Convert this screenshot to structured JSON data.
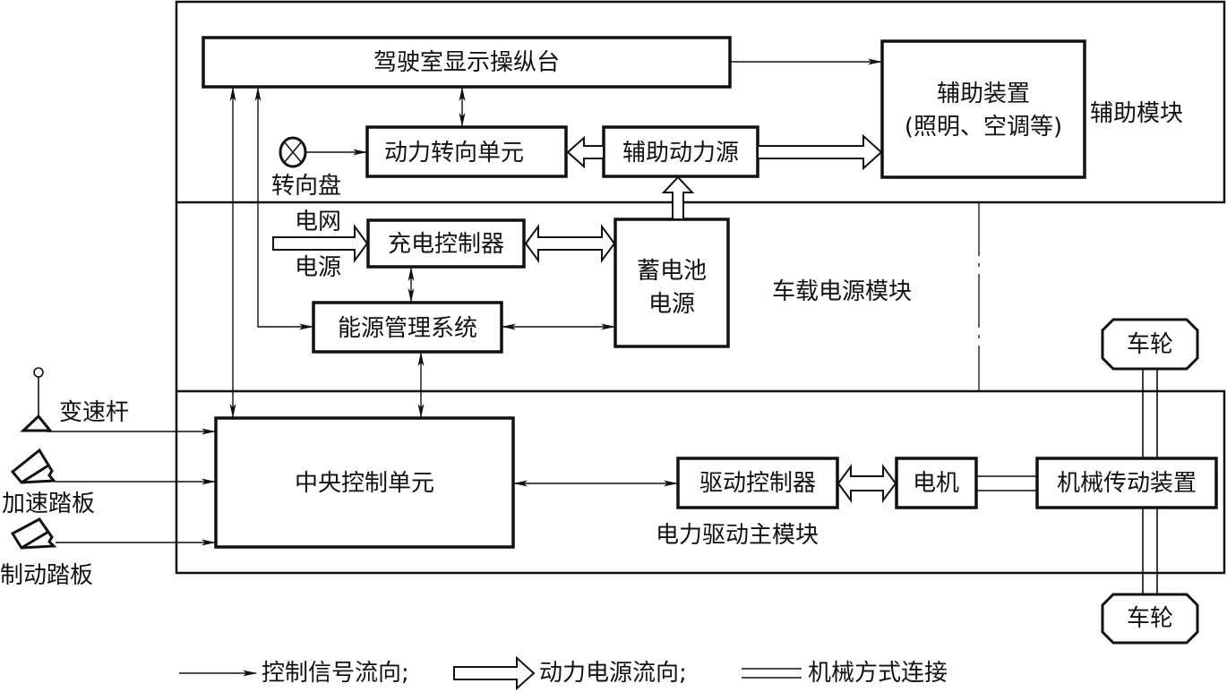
{
  "modules": {
    "auxiliary": "辅助模块",
    "power_supply": "车载电源模块",
    "drive": "电力驱动主模块"
  },
  "blocks": {
    "cab_console": "驾驶室显示操纵台",
    "aux_device_line1": "辅助装置",
    "aux_device_line2": "(照明、空调等)",
    "power_steering": "动力转向单元",
    "aux_power_source": "辅助动力源",
    "charge_controller": "充电控制器",
    "battery_line1": "蓄电池",
    "battery_line2": "电源",
    "energy_management": "能源管理系统",
    "central_control": "中央控制单元",
    "drive_controller": "驱动控制器",
    "motor": "电机",
    "mech_transmission": "机械传动装置",
    "wheel_top": "车轮",
    "wheel_bottom": "车轮"
  },
  "inputs": {
    "steering_wheel": "转向盘",
    "grid_line1": "电网",
    "grid_line2": "电源",
    "gear_lever": "变速杆",
    "accel_pedal": "加速踏板",
    "brake_pedal": "制动踏板"
  },
  "legend": {
    "control_signal": "控制信号流向;",
    "power_flow": "动力电源流向;",
    "mechanical": "机械方式连接"
  }
}
